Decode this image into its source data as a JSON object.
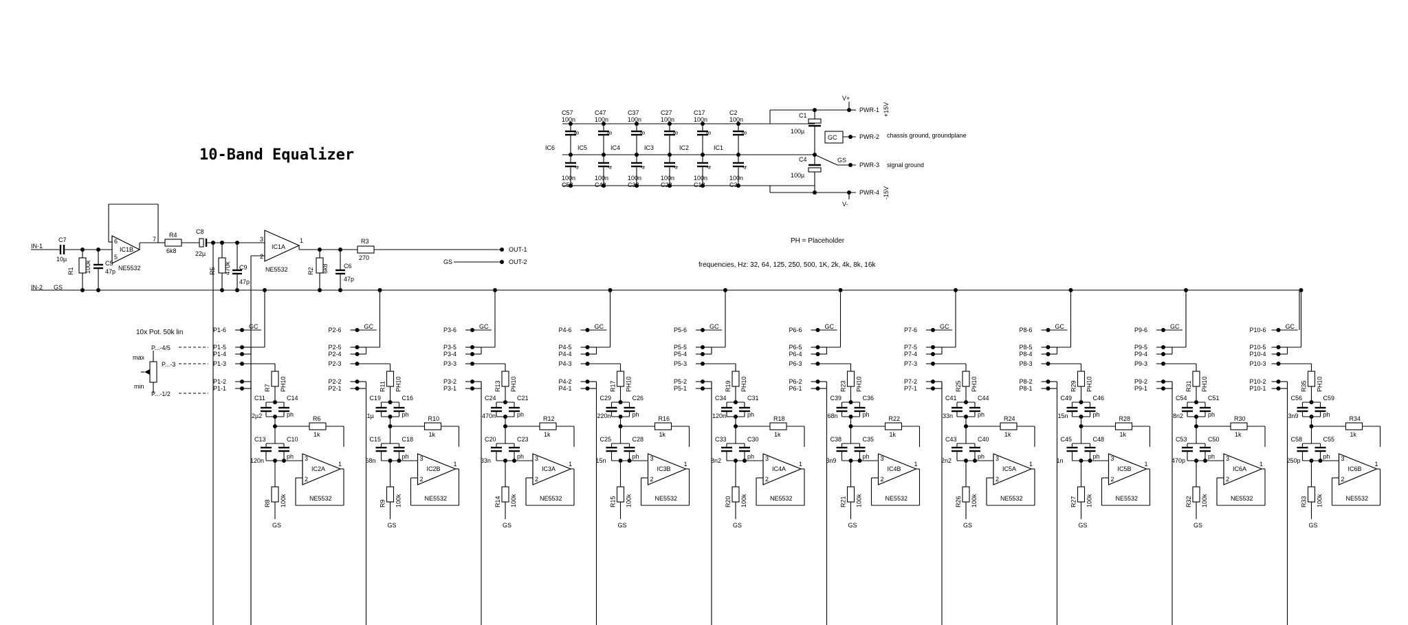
{
  "title": "10-Band Equalizer",
  "notes": {
    "placeholder": "PH = Placeholder",
    "frequencies": "frequencies, Hz: 32, 64, 125, 250, 500, 1K, 2k, 4k, 8k, 16k",
    "pot": "10x Pot.  50k lin",
    "pot_max": "max",
    "pot_min": "min",
    "pot_p45": "P...-4/5",
    "pot_p3": "P...-3",
    "pot_p12": "P...-1/2"
  },
  "power": {
    "vplus": "V+",
    "vminus": "V-",
    "plus15": "+15V",
    "minus15": "-15V",
    "pwr1": "PWR-1",
    "pwr2": "PWR-2",
    "pwr3": "PWR-3",
    "pwr4": "PWR-4",
    "gc": "GC",
    "gs": "GS",
    "chassis": "chassis ground, groundplane",
    "signal": "signal ground",
    "c1": "C1",
    "c4": "C4",
    "c1_val": "100µ",
    "c4_val": "100µ",
    "top_caps": [
      {
        "name": "C57",
        "value": "100n"
      },
      {
        "name": "C47",
        "value": "100n"
      },
      {
        "name": "C37",
        "value": "100n"
      },
      {
        "name": "C27",
        "value": "100n"
      },
      {
        "name": "C17",
        "value": "100n"
      },
      {
        "name": "C2",
        "value": "100n"
      }
    ],
    "bottom_caps": [
      {
        "name": "C52",
        "value": "100n"
      },
      {
        "name": "C42",
        "value": "100n"
      },
      {
        "name": "C32",
        "value": "100n"
      },
      {
        "name": "C22",
        "value": "100n"
      },
      {
        "name": "C12",
        "value": "100n"
      },
      {
        "name": "C3",
        "value": "100n"
      }
    ],
    "ic_labels": [
      "IC6",
      "IC5",
      "IC4",
      "IC3",
      "IC2",
      "IC1"
    ],
    "pin8": "8",
    "pin4": "4"
  },
  "input": {
    "in1": "IN-1",
    "in2": "IN-2",
    "gs": "GS",
    "c7": "C7",
    "c7_val": "10µ",
    "r1": "R1",
    "r1_val": "100k",
    "c5": "C5",
    "c5_val": "47p",
    "ic1b": "IC1B",
    "ne": "NE5532",
    "r4": "R4",
    "r4_val": "6k8",
    "c8": "C8",
    "c8_val": "22µ",
    "r5": "R5",
    "r5_val": "470k",
    "c9": "C9",
    "c9_val": "47p",
    "ic1a": "IC1A",
    "ne2": "NE5532",
    "r3": "R3",
    "r3_val": "270",
    "r2": "R2",
    "r2_val": "6k8",
    "c6": "C6",
    "c6_val": "47p",
    "out1": "OUT-1",
    "out2": "OUT-2",
    "gs2": "GS"
  },
  "bands": [
    {
      "p": "P1",
      "ra": "R7",
      "ca": "C11",
      "cb": "C14",
      "va": "2µ2",
      "rf": "R6",
      "cc": "C13",
      "cd": "C10",
      "vc": "120n",
      "ic": "IC2A",
      "rb": "R8"
    },
    {
      "p": "P2",
      "ra": "R11",
      "ca": "C19",
      "cb": "C16",
      "va": "1µ",
      "rf": "R10",
      "cc": "C15",
      "cd": "C18",
      "vc": "68n",
      "ic": "IC2B",
      "rb": "R9"
    },
    {
      "p": "P3",
      "ra": "R13",
      "ca": "C24",
      "cb": "C21",
      "va": "470n",
      "rf": "R12",
      "cc": "C20",
      "cd": "C23",
      "vc": "33n",
      "ic": "IC3A",
      "rb": "R14"
    },
    {
      "p": "P4",
      "ra": "R17",
      "ca": "C29",
      "cb": "C26",
      "va": "220n",
      "rf": "R16",
      "cc": "C25",
      "cd": "C28",
      "vc": "15n",
      "ic": "IC3B",
      "rb": "R15"
    },
    {
      "p": "P5",
      "ra": "R19",
      "ca": "C34",
      "cb": "C31",
      "va": "120n",
      "rf": "R18",
      "cc": "C33",
      "cd": "C30",
      "vc": "8n2",
      "ic": "IC4A",
      "rb": "R20"
    },
    {
      "p": "P6",
      "ra": "R23",
      "ca": "C39",
      "cb": "C36",
      "va": "68n",
      "rf": "R22",
      "cc": "C38",
      "cd": "C35",
      "vc": "3n9",
      "ic": "IC4B",
      "rb": "R21"
    },
    {
      "p": "P7",
      "ra": "R25",
      "ca": "C41",
      "cb": "C44",
      "va": "33n",
      "rf": "R24",
      "cc": "C43",
      "cd": "C40",
      "vc": "2n2",
      "ic": "IC5A",
      "rb": "R26"
    },
    {
      "p": "P8",
      "ra": "R29",
      "ca": "C49",
      "cb": "C46",
      "va": "15n",
      "rf": "R28",
      "cc": "C45",
      "cd": "C48",
      "vc": "1n",
      "ic": "IC5B",
      "rb": "R27"
    },
    {
      "p": "P9",
      "ra": "R31",
      "ca": "C54",
      "cb": "C51",
      "va": "8n2",
      "rf": "R30",
      "cc": "C53",
      "cd": "C50",
      "vc": "470p",
      "ic": "IC6A",
      "rb": "R32"
    },
    {
      "p": "P10",
      "ra": "R35",
      "ca": "C56",
      "cb": "C59",
      "va": "3n9",
      "rf": "R34",
      "cc": "C58",
      "cd": "C55",
      "vc": "250p",
      "ic": "IC6B",
      "rb": "R33"
    }
  ],
  "band_common": {
    "ph": "PH10",
    "ph_small": "ph",
    "rf_val": "1k",
    "rb_val": "100k",
    "ne": "NE5532",
    "gs": "GS",
    "gc": "GC",
    "pin1": "1",
    "pin2": "2",
    "pin3": "3",
    "pin5": "5",
    "pin6": "6",
    "pin7": "7"
  }
}
